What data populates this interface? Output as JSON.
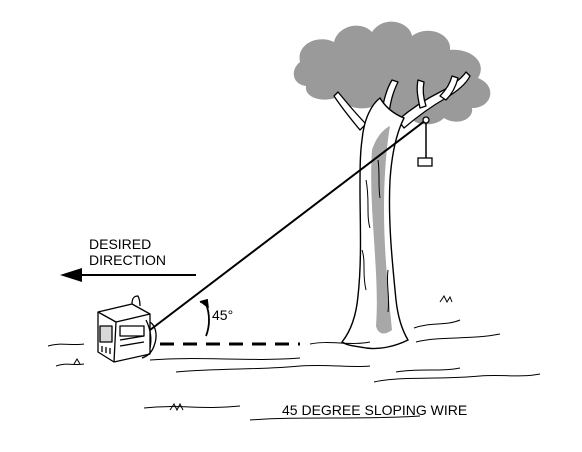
{
  "labels": {
    "direction_line1": "DESIRED",
    "direction_line2": "DIRECTION",
    "angle": "45°",
    "caption": "45 DEGREE SLOPING WIRE"
  },
  "colors": {
    "ink": "#000000",
    "foliage": "#9a9a9a",
    "trunk_shade": "#a8a8a8",
    "background": "#ffffff"
  },
  "icons": [
    "radio-set-icon",
    "tree-icon",
    "insulator-weight-icon",
    "arrow-left-icon"
  ]
}
